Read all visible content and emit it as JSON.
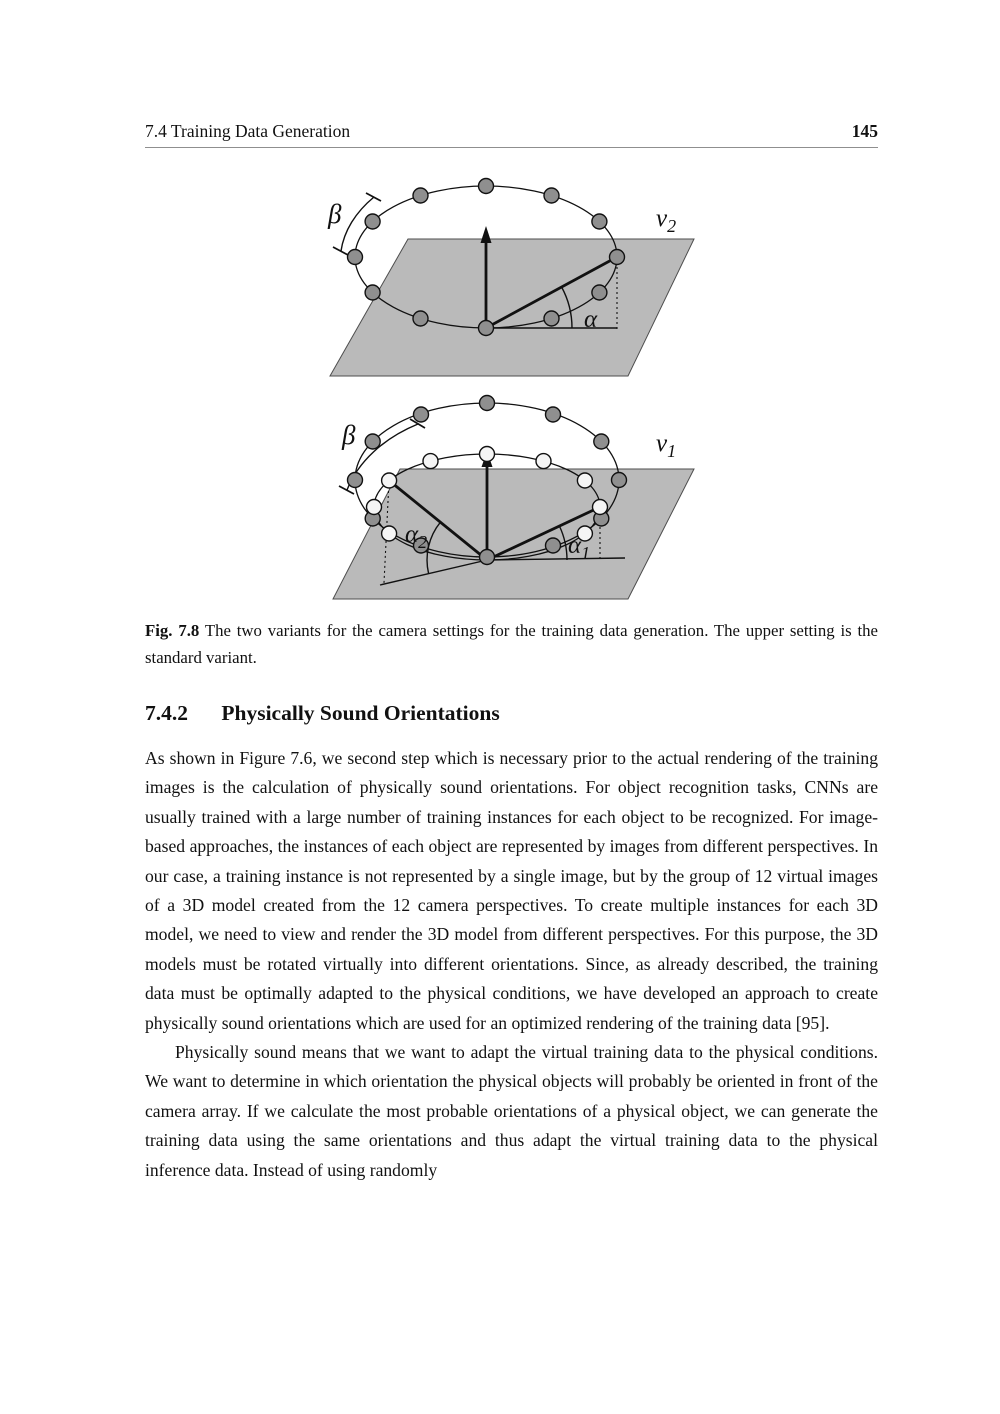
{
  "header": {
    "section": "7.4 Training Data Generation",
    "page_number": "145"
  },
  "figure": {
    "labels": {
      "beta_top": "β",
      "v2_base": "v",
      "v2_sub": "2",
      "alpha": "α",
      "beta_bottom": "β",
      "v1_base": "v",
      "v1_sub": "1",
      "alpha2_base": "α",
      "alpha2_sub": "2",
      "alpha1_base": "α",
      "alpha1_sub": "1"
    },
    "caption_label": "Fig. 7.8",
    "caption_text": "The two variants for the camera settings for the training data generation. The upper setting is the standard variant."
  },
  "section": {
    "number": "7.4.2",
    "title": "Physically Sound Orientations"
  },
  "body": {
    "paragraph1": "As shown in Figure 7.6, we second step which is necessary prior to the actual rendering of the training images is the calculation of physically sound orientations. For object recognition tasks, CNNs are usually trained with a large number of training instances for each object to be recognized. For image-based approaches, the instances of each object are represented by images from different perspectives. In our case, a training instance is not represented by a single image, but by the group of 12 virtual images of a 3D model created from the 12 camera perspectives. To create multiple instances for each 3D model, we need to view and render the 3D model from different perspectives. For this purpose, the 3D models must be rotated virtually into different orientations. Since, as already described, the training data must be optimally adapted to the physical conditions, we have developed an approach to create physically sound orientations which are used for an optimized rendering of the training data [95].",
    "paragraph2": "Physically sound means that we want to adapt the virtual training data to the physical conditions. We want to determine in which orientation the physical objects will probably be oriented in front of the camera array. If we calculate the most probable orientations of a physical object, we can generate the training data using the same orientations and thus adapt the virtual training data to the physical inference data. Instead of using randomly"
  },
  "colors": {
    "plane_gray": "#bababa",
    "dot_gray": "#8f8f8f",
    "dot_light": "#f5f5f5"
  }
}
